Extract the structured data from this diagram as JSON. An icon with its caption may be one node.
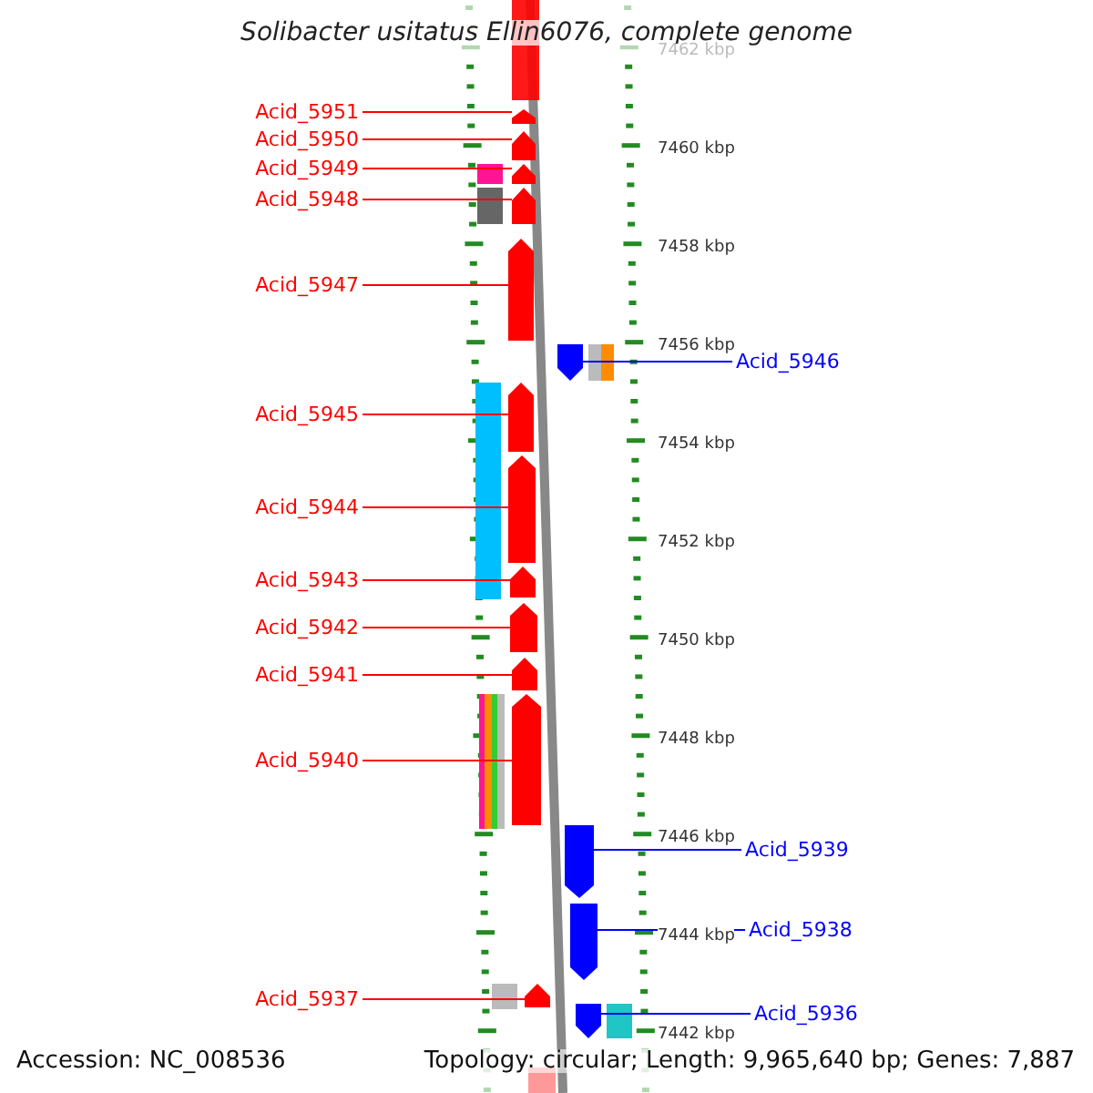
{
  "diagram": {
    "title": "Solibacter usitatus Ellin6076, complete genome",
    "nodes": [
      {
        "text": [
          "Acid_5951"
        ]
      },
      {
        "text": [],
        "shape": "pentagon"
      },
      {
        "text": [
          "Acid_5950"
        ]
      },
      {
        "text": [],
        "shape": "pentagon"
      },
      {
        "text": [
          "Acid_5949"
        ]
      },
      {
        "text": [],
        "shape": "pentagon"
      },
      {
        "text": [
          "Acid_5948"
        ]
      },
      {
        "text": [],
        "shape": "pentagon"
      },
      {
        "text": [
          "Acid_5947"
        ]
      },
      {
        "text": [],
        "shape": "pentagon"
      },
      {
        "text": [
          "Acid_5946"
        ]
      },
      {
        "text": [],
        "shape": "pentagon"
      },
      {
        "text": [
          "Acid_5945"
        ]
      },
      {
        "text": [],
        "shape": "pentagon"
      },
      {
        "text": [
          "Acid_5944"
        ]
      },
      {
        "text": [],
        "shape": "pentagon"
      },
      {
        "text": [
          "Acid_5943"
        ]
      },
      {
        "text": [],
        "shape": "pentagon"
      },
      {
        "text": [
          "Acid_5942"
        ]
      },
      {
        "text": [],
        "shape": "pentagon"
      },
      {
        "text": [
          "Acid_5941"
        ]
      },
      {
        "text": [],
        "shape": "pentagon"
      },
      {
        "text": [
          "Acid_5940"
        ]
      },
      {
        "text": [],
        "shape": "pentagon"
      },
      {
        "text": [
          "Acid_5939"
        ]
      },
      {
        "text": [],
        "shape": "pentagon"
      },
      {
        "text": [
          "Acid_5938"
        ]
      },
      {
        "text": [],
        "shape": "pentagon"
      },
      {
        "text": [
          "Acid_5937"
        ]
      },
      {
        "text": [],
        "shape": "pentagon"
      },
      {
        "text": [
          "Acid_5936"
        ]
      },
      {
        "text": [],
        "shape": "pentagon"
      }
    ],
    "edges": [
      {
        "from": 0,
        "to": 1,
        "arrow": "none"
      },
      {
        "from": 2,
        "to": 3,
        "arrow": "none"
      },
      {
        "from": 4,
        "to": 5,
        "arrow": "none"
      },
      {
        "from": 6,
        "to": 7,
        "arrow": "none"
      },
      {
        "from": 8,
        "to": 9,
        "arrow": "none"
      },
      {
        "from": 10,
        "to": 11,
        "arrow": "none",
        "color": "#0000ff"
      },
      {
        "from": 12,
        "to": 13,
        "arrow": "none"
      },
      {
        "from": 14,
        "to": 15,
        "arrow": "none"
      },
      {
        "from": 16,
        "to": 17,
        "arrow": "none"
      },
      {
        "from": 18,
        "to": 19,
        "arrow": "none"
      },
      {
        "from": 20,
        "to": 21,
        "arrow": "none"
      },
      {
        "from": 22,
        "to": 23,
        "arrow": "none"
      },
      {
        "from": 24,
        "to": 25,
        "arrow": "none",
        "color": "#0000ff"
      },
      {
        "from": 26,
        "to": 27,
        "arrow": "none",
        "color": "#0000ff"
      },
      {
        "from": 28,
        "to": 29,
        "arrow": "none"
      },
      {
        "from": 30,
        "to": 31,
        "arrow": "none",
        "color": "#0000ff"
      }
    ],
    "labels": [
      "7462 kbp",
      "7460 kbp",
      "7458 kbp",
      "7456 kbp",
      "7454 kbp",
      "7452 kbp",
      "7450 kbp",
      "7448 kbp",
      "7446 kbp",
      "7444 kbp",
      "7442 kbp",
      "Accession: NC_008536",
      "Topology: circular; Length: 9,965,640 bp; Genes: 7,887"
    ]
  }
}
